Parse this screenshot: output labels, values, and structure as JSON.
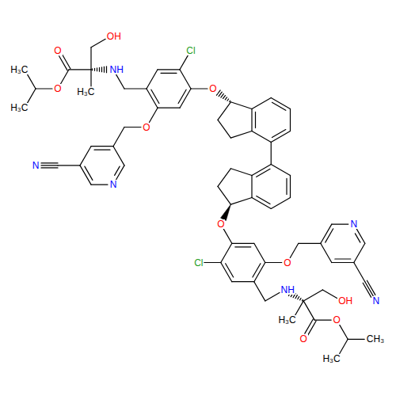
{
  "diagram": {
    "labels": [
      "OH",
      "Cl",
      "O",
      "NH",
      "H₃C",
      "O",
      "O",
      "H₃C",
      "H₃C",
      "O",
      "N",
      "N",
      "N",
      "O",
      "Cl",
      "O",
      "NH",
      "OH",
      "N",
      "H₃C",
      "O",
      "O",
      "CH₃",
      "H₃C"
    ]
  }
}
